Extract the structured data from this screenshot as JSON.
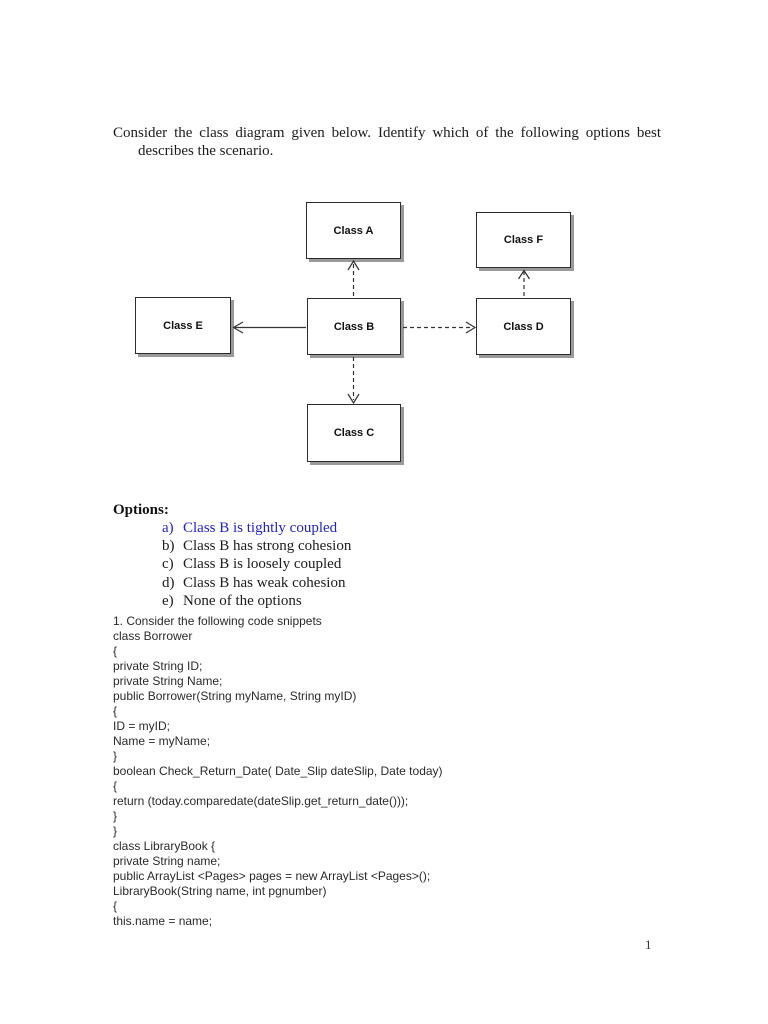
{
  "question": {
    "line1": "Consider the class diagram given below.  Identify which of the following options best",
    "line2": "describes the scenario."
  },
  "diagram": {
    "boxes": [
      {
        "label": "Class A"
      },
      {
        "label": "Class F"
      },
      {
        "label": "Class E"
      },
      {
        "label": "Class B"
      },
      {
        "label": "Class D"
      },
      {
        "label": "Class C"
      }
    ],
    "relationships": [
      {
        "from": "Class B",
        "to": "Class A",
        "line": "dashed",
        "arrowhead": "open"
      },
      {
        "from": "Class B",
        "to": "Class E",
        "line": "solid",
        "arrowhead": "open"
      },
      {
        "from": "Class B",
        "to": "Class D",
        "line": "dashed",
        "arrowhead": "open"
      },
      {
        "from": "Class B",
        "to": "Class C",
        "line": "dashed",
        "arrowhead": "open"
      },
      {
        "from": "Class D",
        "to": "Class F",
        "line": "dashed",
        "arrowhead": "open"
      }
    ]
  },
  "options": {
    "heading": "Options:",
    "highlight_color": "#2222cc",
    "items": [
      {
        "letter": "a)",
        "text": "Class B is tightly coupled",
        "highlighted": true
      },
      {
        "letter": "b)",
        "text": "Class B has strong cohesion",
        "highlighted": false
      },
      {
        "letter": "c)",
        "text": "Class B is loosely coupled",
        "highlighted": false
      },
      {
        "letter": "d)",
        "text": "Class B has weak cohesion",
        "highlighted": false
      },
      {
        "letter": "e)",
        "text": "None of the options",
        "highlighted": false
      }
    ]
  },
  "code": {
    "lines": [
      "1. Consider the following code snippets",
      "class Borrower",
      "{",
      "private String ID;",
      "private String Name;",
      "public Borrower(String myName, String myID)",
      "{",
      "ID = myID;",
      "Name = myName;",
      "}",
      "boolean Check_Return_Date( Date_Slip dateSlip, Date today)",
      "{",
      "return (today.comparedate(dateSlip.get_return_date()));",
      "}",
      "}",
      "class LibraryBook {",
      "private String name;",
      "public ArrayList <Pages> pages = new ArrayList <Pages>();",
      "LibraryBook(String name, int pgnumber)",
      "{",
      "this.name = name;"
    ]
  },
  "footer": {
    "page_number": "1"
  }
}
